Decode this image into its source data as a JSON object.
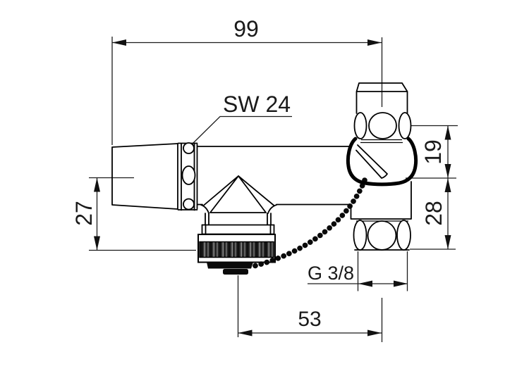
{
  "drawing": {
    "description": "Technical dimension drawing of a wall-mounted valve tap with chain plug",
    "background_color": "#ffffff",
    "object_line_color": "#000000",
    "dimension_line_color": "#1c1c1c",
    "dims": {
      "overall_width": "99",
      "wrench_size": "SW 24",
      "spout_height": "27",
      "upper_offset": "19",
      "lower_offset": "28",
      "thread": "G 3/8",
      "outlet_distance": "53"
    }
  }
}
